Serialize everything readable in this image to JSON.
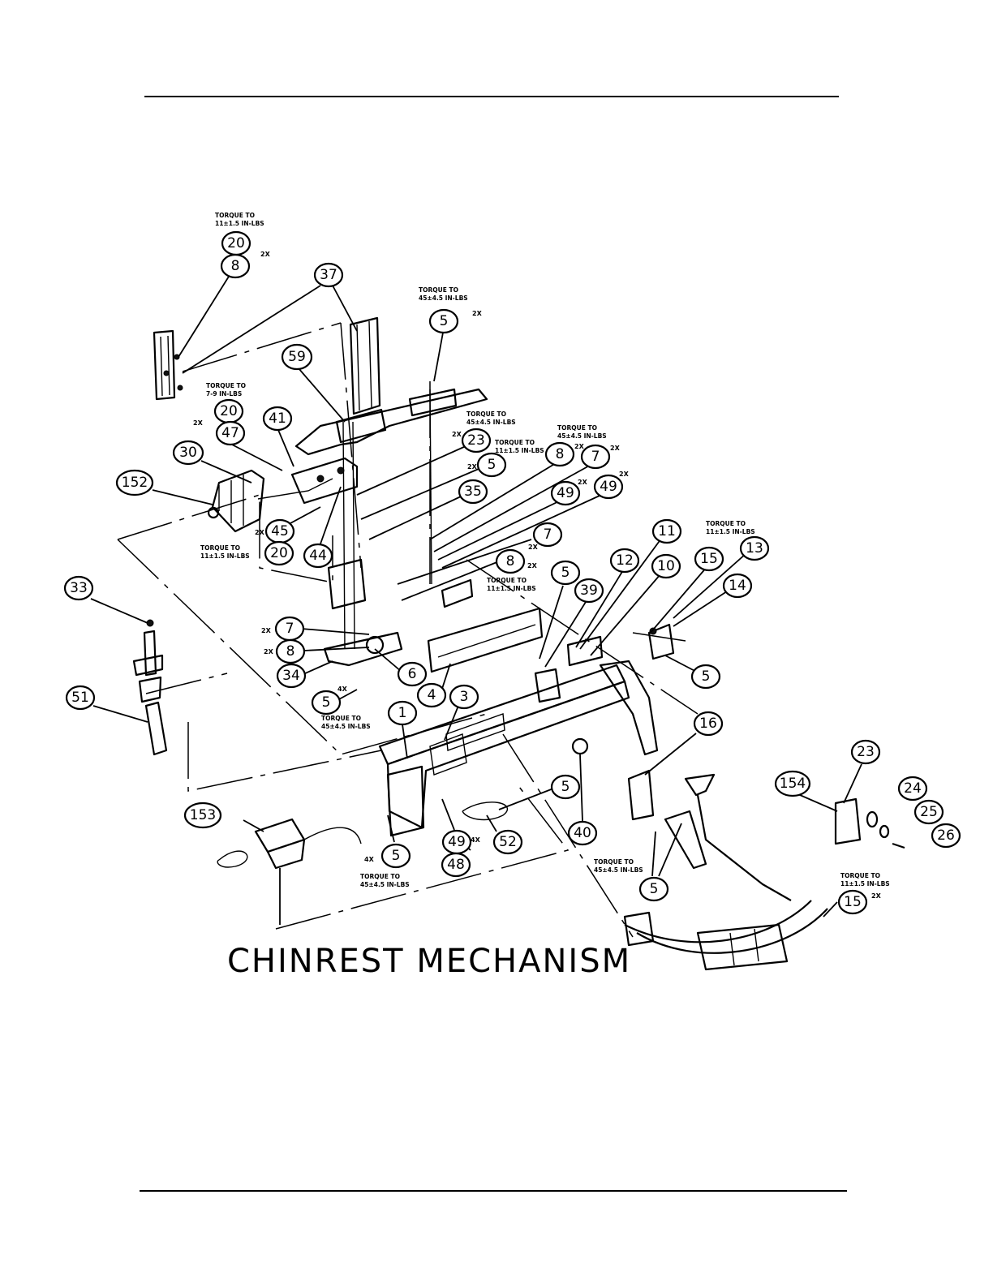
{
  "title": "CHINREST MECHANISM",
  "balloons": [
    {
      "label": "20"
    },
    {
      "label": "8"
    },
    {
      "label": "37"
    },
    {
      "label": "5"
    },
    {
      "label": "59"
    },
    {
      "label": "20"
    },
    {
      "label": "47"
    },
    {
      "label": "41"
    },
    {
      "label": "30"
    },
    {
      "label": "152"
    },
    {
      "label": "23"
    },
    {
      "label": "5"
    },
    {
      "label": "8"
    },
    {
      "label": "7"
    },
    {
      "label": "35"
    },
    {
      "label": "49"
    },
    {
      "label": "49"
    },
    {
      "label": "45"
    },
    {
      "label": "20"
    },
    {
      "label": "44"
    },
    {
      "label": "7"
    },
    {
      "label": "8"
    },
    {
      "label": "11"
    },
    {
      "label": "15"
    },
    {
      "label": "13"
    },
    {
      "label": "33"
    },
    {
      "label": "5"
    },
    {
      "label": "39"
    },
    {
      "label": "12"
    },
    {
      "label": "10"
    },
    {
      "label": "14"
    },
    {
      "label": "7"
    },
    {
      "label": "8"
    },
    {
      "label": "34"
    },
    {
      "label": "6"
    },
    {
      "label": "5"
    },
    {
      "label": "4"
    },
    {
      "label": "3"
    },
    {
      "label": "1"
    },
    {
      "label": "5"
    },
    {
      "label": "51"
    },
    {
      "label": "16"
    },
    {
      "label": "23"
    },
    {
      "label": "154"
    },
    {
      "label": "24"
    },
    {
      "label": "25"
    },
    {
      "label": "26"
    },
    {
      "label": "153"
    },
    {
      "label": "5"
    },
    {
      "label": "40"
    },
    {
      "label": "52"
    },
    {
      "label": "49"
    },
    {
      "label": "48"
    },
    {
      "label": "5"
    },
    {
      "label": "5"
    },
    {
      "label": "15"
    }
  ],
  "torque_notes": [
    {
      "line1": "TORQUE TO",
      "line2": "11±1.5 IN-LBS"
    },
    {
      "line1": "TORQUE TO",
      "line2": "45±4.5 IN-LBS"
    },
    {
      "line1": "TORQUE TO",
      "line2": "7-9 IN-LBS"
    },
    {
      "line1": "TORQUE TO",
      "line2": "45±4.5 IN-LBS"
    },
    {
      "line1": "TORQUE TO",
      "line2": "11±1.5 IN-LBS"
    },
    {
      "line1": "TORQUE TO",
      "line2": "45±4.5 IN-LBS"
    },
    {
      "line1": "TORQUE TO",
      "line2": "11±1.5 IN-LBS"
    },
    {
      "line1": "TORQUE TO",
      "line2": "11±1.5 IN-LBS"
    },
    {
      "line1": "TORQUE TO",
      "line2": "11±1.5 IN-LBS"
    },
    {
      "line1": "TORQUE TO",
      "line2": "45±4.5 IN-LBS"
    },
    {
      "line1": "TORQUE TO",
      "line2": "45±4.5 IN-LBS"
    },
    {
      "line1": "TORQUE TO",
      "line2": "45±4.5 IN-LBS"
    },
    {
      "line1": "TORQUE TO",
      "line2": "11±1.5 IN-LBS"
    }
  ],
  "multipliers": [
    {
      "text": "2X"
    },
    {
      "text": "2X"
    },
    {
      "text": "2X"
    },
    {
      "text": "2X"
    },
    {
      "text": "2X"
    },
    {
      "text": "2X"
    },
    {
      "text": "2X"
    },
    {
      "text": "2X"
    },
    {
      "text": "2X"
    },
    {
      "text": "2X"
    },
    {
      "text": "2X"
    },
    {
      "text": "2X"
    },
    {
      "text": "2X"
    },
    {
      "text": "2X"
    },
    {
      "text": "4X"
    },
    {
      "text": "4X"
    },
    {
      "text": "4X"
    },
    {
      "text": "2X"
    }
  ]
}
